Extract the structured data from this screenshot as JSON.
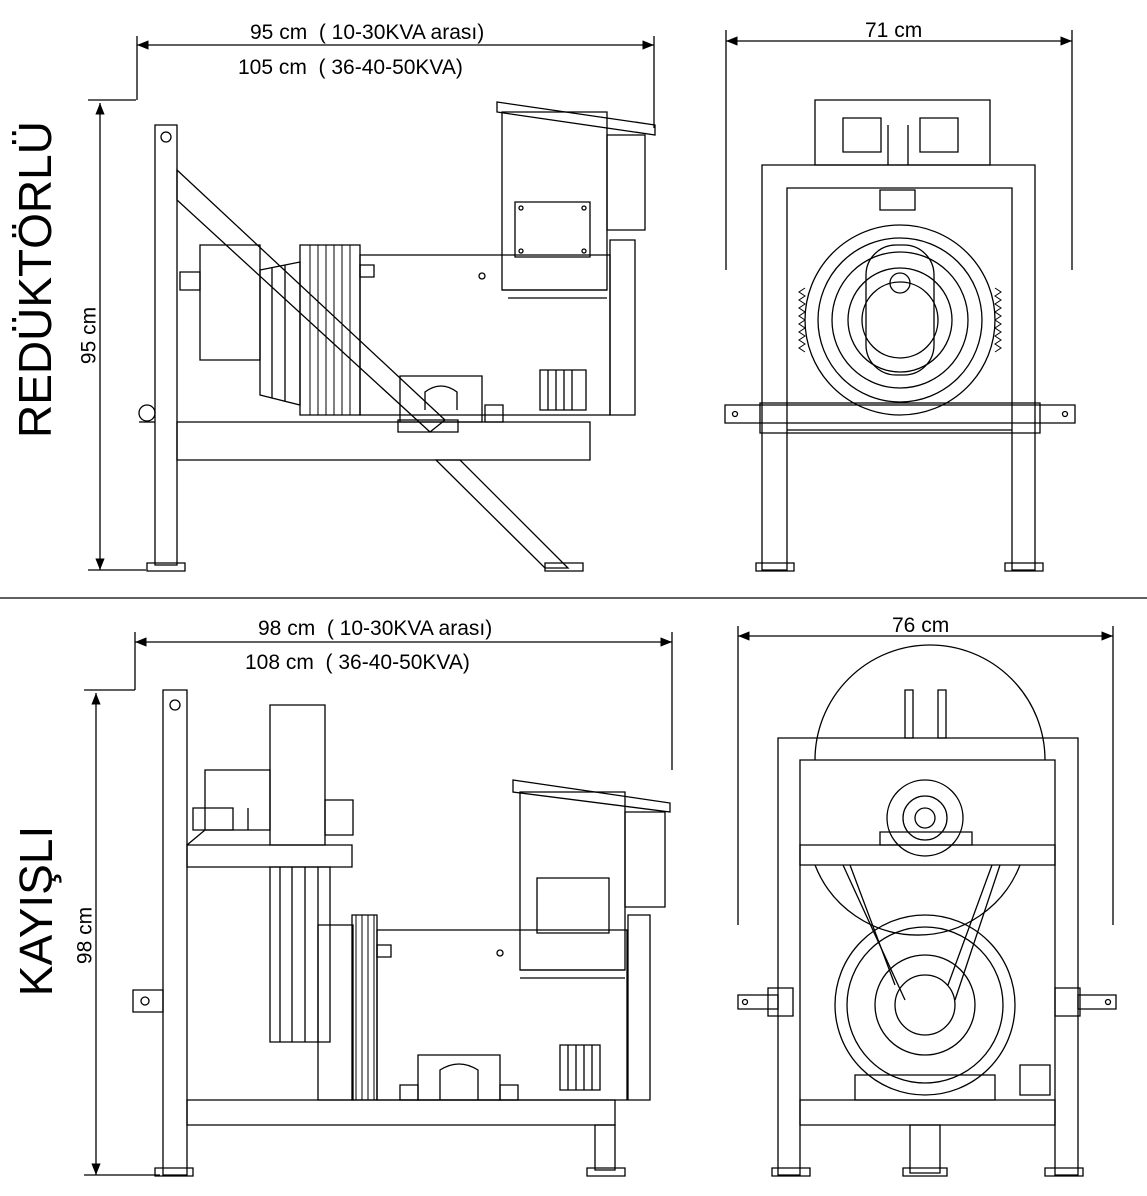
{
  "top_section": {
    "side_title": "REDÜKTÖRLÜ",
    "width_line_1": "95 cm  ( 10-30KVA arası)",
    "width_line_2": "105 cm  ( 36-40-50KVA)",
    "height_label": "95 cm",
    "front_width_label": "71 cm"
  },
  "bottom_section": {
    "side_title": "KAYIŞLI",
    "width_line_1": "98 cm  ( 10-30KVA arası)",
    "width_line_2": "108 cm  ( 36-40-50KVA)",
    "height_label": "98 cm",
    "front_width_label": "76 cm"
  },
  "colors": {
    "line": "#000000",
    "background": "#ffffff"
  }
}
